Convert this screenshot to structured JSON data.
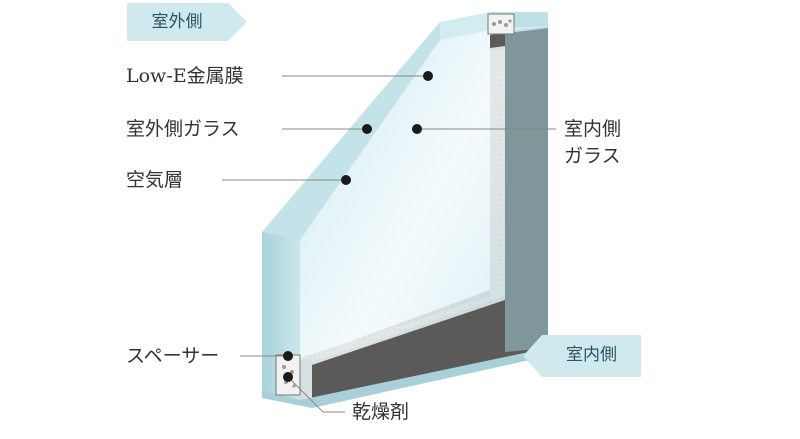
{
  "labels": {
    "outdoor_side": "室外側",
    "indoor_side": "室内側",
    "low_e_film": "Low-E金属膜",
    "outdoor_glass": "室外側ガラス",
    "air_layer": "空気層",
    "indoor_glass_line1": "室内側",
    "indoor_glass_line2": "ガラス",
    "spacer": "スペーサー",
    "desiccant": "乾燥剤"
  },
  "colors": {
    "badge": "#cfe9ee",
    "glass_front": "#e6f4f7",
    "glass_edge": "#b7dde4",
    "frame_dark": "#5c5a58",
    "air_layer": "#8f7a68",
    "leader_line": "#888888",
    "dot": "#1a1a1a"
  }
}
